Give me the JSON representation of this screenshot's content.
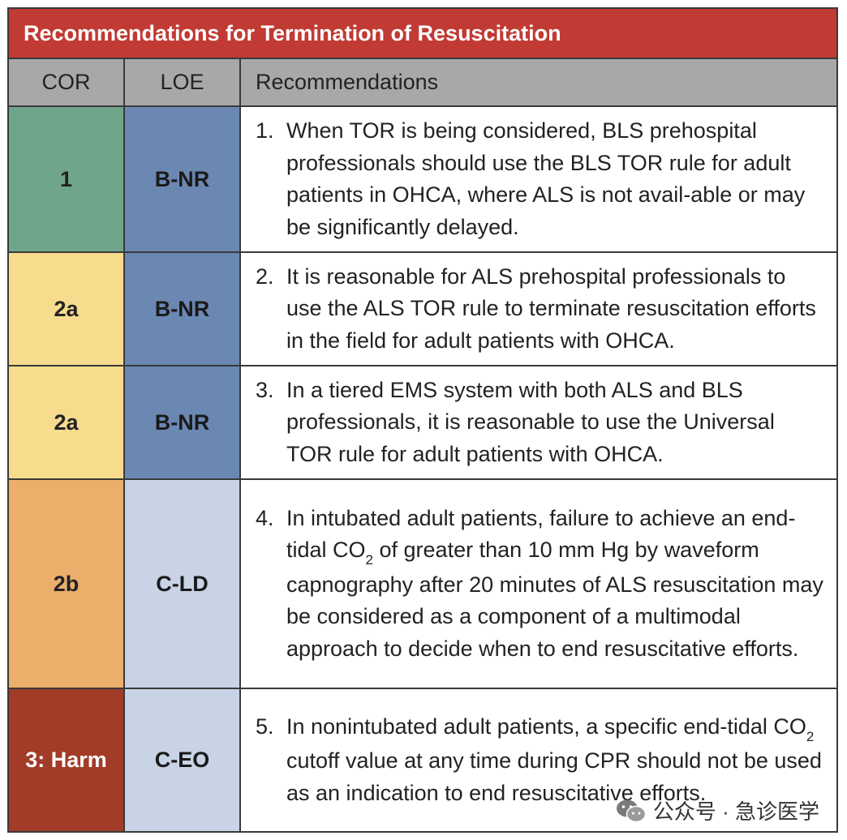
{
  "title": "Recommendations for Termination of Resuscitation",
  "headers": {
    "cor": "COR",
    "loe": "LOE",
    "rec": "Recommendations"
  },
  "rows": [
    {
      "cor": "1",
      "loe": "B-NR",
      "num": "1.",
      "text": "When TOR is being considered, BLS prehospital professionals should use the BLS TOR rule for adult patients in OHCA, where ALS is not avail-able or may be significantly delayed."
    },
    {
      "cor": "2a",
      "loe": "B-NR",
      "num": "2.",
      "text": "It is reasonable for ALS prehospital professionals to use the ALS TOR rule to terminate resuscitation efforts in the field for adult patients with OHCA."
    },
    {
      "cor": "2a",
      "loe": "B-NR",
      "num": "3.",
      "text": "In a tiered EMS system with both ALS and BLS professionals, it is reasonable to use the Universal TOR rule for adult patients with OHCA."
    },
    {
      "cor": "2b",
      "loe": "C-LD",
      "num": "4.",
      "text_a": "In intubated adult patients, failure to achieve an end-tidal CO",
      "sub": "2",
      "text_b": " of greater than 10 mm Hg by waveform capnography after 20 minutes of ALS resuscitation may be considered as a component of a multimodal approach to decide when to end resuscitative efforts."
    },
    {
      "cor": "3: Harm",
      "loe": "C-EO",
      "num": "5.",
      "text_a": "In nonintubated adult patients, a specific end-tidal CO",
      "sub": "2",
      "text_b": " cutoff value at any time during CPR should not be used as an indication to end resuscitative efforts."
    }
  ],
  "watermark": {
    "text": "公众号 · 急诊医学",
    "icon": "wechat-icon"
  },
  "colors": {
    "title_bg": "#c13a33",
    "header_bg": "#a8a8aa",
    "cor_1": "#6fa58a",
    "cor_2a": "#f7dc8e",
    "cor_2b": "#ecae6b",
    "cor_3": "#a23b27",
    "loe_b": "#6b88b2",
    "loe_c": "#c8d3e6"
  }
}
